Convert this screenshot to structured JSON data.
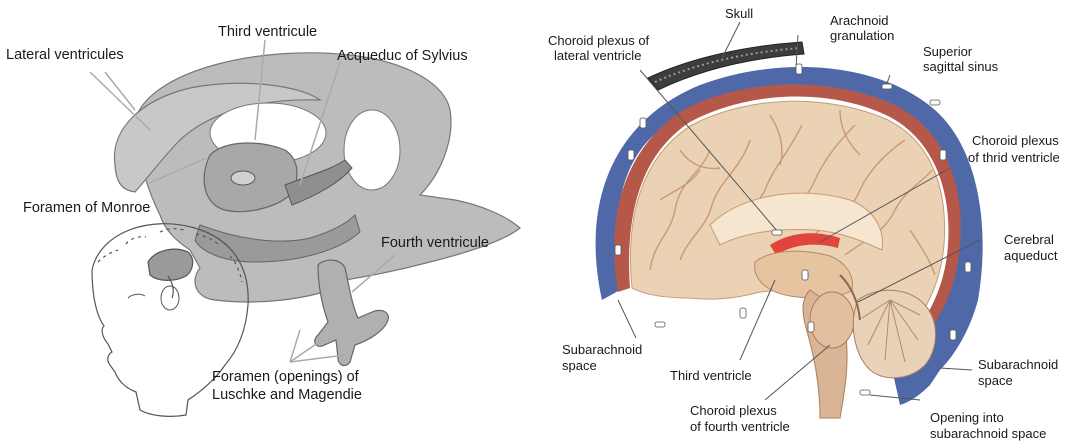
{
  "left": {
    "labels": {
      "lateral": "Lateral ventricules",
      "third": "Third ventricule",
      "sylvius": "Acqueduc of Sylvius",
      "monroe": "Foramen of Monroe",
      "fourth": "Fourth ventricule",
      "luschke_1": "Foramen (openings) of",
      "luschke_2": "Luschke and Magendie"
    }
  },
  "right": {
    "labels": {
      "skull": "Skull",
      "arach_1": "Arachnoid",
      "arach_2": "granulation",
      "ssinus_1": "Superior",
      "ssinus_2": "sagittal sinus",
      "cplat_1": "Choroid plexus of",
      "cplat_2": "lateral ventricle",
      "cp3_1": "Choroid plexus",
      "cp3_2": "of thrid ventricle",
      "aq_1": "Cerebral",
      "aq_2": "aqueduct",
      "sub_l_1": "Subarachnoid",
      "sub_l_2": "space",
      "third": "Third ventricle",
      "cp4_1": "Choroid plexus",
      "cp4_2": "of fourth ventricle",
      "sub_r_1": "Subarachnoid",
      "sub_r_2": "space",
      "open_1": "Opening into",
      "open_2": "subarachnoid space"
    }
  },
  "colors": {
    "ventricle_gray": "#b3b3b3",
    "ventricle_dark": "#8f8f8f",
    "dura_blue": "#4f68a8",
    "membrane_red": "#b5584a",
    "brain_tan": "#ecd2b4",
    "gyri_line": "#c79a73"
  }
}
